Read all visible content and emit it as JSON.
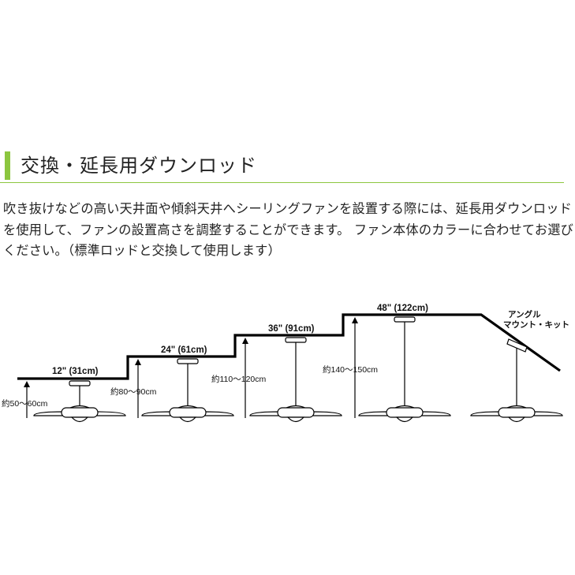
{
  "header": {
    "title": "交換・延長用ダウンロッド",
    "accent_color": "#8cc63f"
  },
  "description": {
    "lines": [
      "吹き抜けなどの高い天井面や傾斜天井へシーリングファンを設置する際には、延長用ダウンロッド",
      "を使用して、ファンの設置高さを調整することができます。 ファン本体のカラーに合わせてお選び",
      "ください。（標準ロッドと交換して使用します）"
    ]
  },
  "diagram": {
    "rods": [
      {
        "label": "12\" (31cm)",
        "height": "約50～60cm"
      },
      {
        "label": "24\" (61cm)",
        "height": "約80～90cm"
      },
      {
        "label": "36\" (91cm)",
        "height": "約110～120cm"
      },
      {
        "label": "48\" (122cm)",
        "height": "約140～150cm"
      }
    ],
    "angle_mount": {
      "line1": "アングル",
      "line2": "マウント・キット"
    }
  }
}
